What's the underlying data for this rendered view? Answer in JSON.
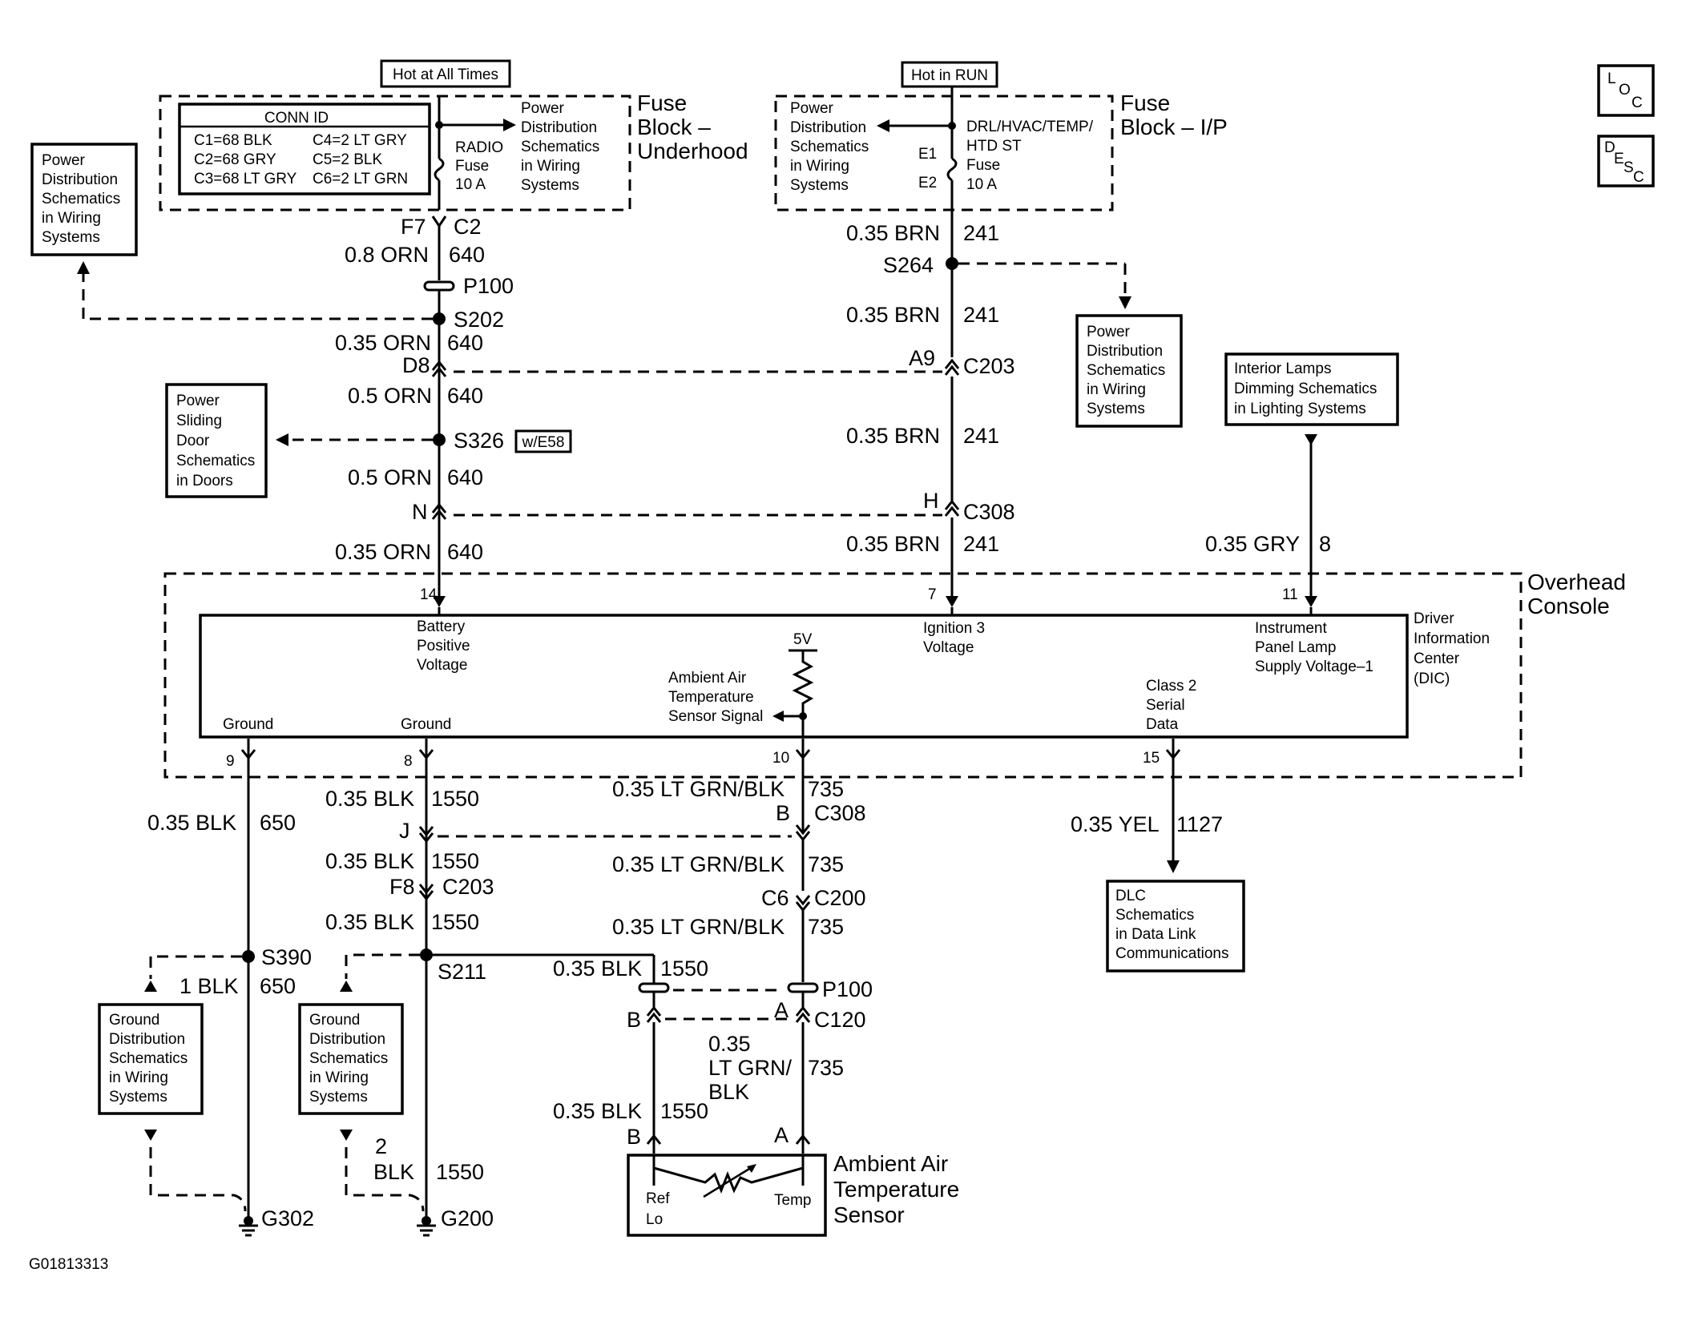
{
  "hot_at_all_times": "Hot at All Times",
  "hot_in_run": "Hot in RUN",
  "loc_icon": {
    "a": "L",
    "b": "O",
    "c": "C"
  },
  "desc_icon": {
    "a": "D",
    "b": "E",
    "c": "S",
    "d": "C"
  },
  "fuse_block_underhood": [
    "Fuse",
    "Block –",
    "Underhood"
  ],
  "fuse_block_ip": [
    "Fuse",
    "Block – I/P"
  ],
  "conn_id": {
    "title": "CONN ID",
    "rows": [
      [
        "C1=68 BLK",
        "C4=2 LT GRY"
      ],
      [
        "C2=68 GRY",
        "C5=2 BLK"
      ],
      [
        "C3=68 LT GRY",
        "C6=2 LT GRN"
      ]
    ]
  },
  "radio_fuse": [
    "RADIO",
    "Fuse",
    "10 A"
  ],
  "pd_underhood": [
    "Power",
    "Distribution",
    "Schematics",
    "in Wiring",
    "Systems"
  ],
  "pd_ip": [
    "Power",
    "Distribution",
    "Schematics",
    "in Wiring",
    "Systems"
  ],
  "drl_fuse": [
    "DRL/HVAC/TEMP/",
    "HTD ST",
    "Fuse",
    "10 A"
  ],
  "e1": "E1",
  "e2": "E2",
  "pd_left": [
    "Power",
    "Distribution",
    "Schematics",
    "in Wiring",
    "Systems"
  ],
  "pd_right": [
    "Power",
    "Distribution",
    "Schematics",
    "in Wiring",
    "Systems"
  ],
  "power_sliding_door": [
    "Power",
    "Sliding",
    "Door",
    "Schematics",
    "in Doors"
  ],
  "interior_lamps": [
    "Interior Lamps",
    "Dimming Schematics",
    "in Lighting Systems"
  ],
  "dlc_box": [
    "DLC",
    "Schematics",
    "in Data Link",
    "Communications"
  ],
  "ground_dist_1": [
    "Ground",
    "Distribution",
    "Schematics",
    "in Wiring",
    "Systems"
  ],
  "ground_dist_2": [
    "Ground",
    "Distribution",
    "Schematics",
    "in Wiring",
    "Systems"
  ],
  "overhead_console": [
    "Overhead",
    "Console"
  ],
  "dic": [
    "Driver",
    "Information",
    "Center",
    "(DIC)"
  ],
  "pins": {
    "p14": "14",
    "p7": "7",
    "p11": "11",
    "p9": "9",
    "p8": "8",
    "p10": "10",
    "p15": "15"
  },
  "module_labels": {
    "battery": [
      "Battery",
      "Positive",
      "Voltage"
    ],
    "ignition": [
      "Ignition 3",
      "Voltage"
    ],
    "instrument": [
      "Instrument",
      "Panel Lamp",
      "Supply Voltage–1"
    ],
    "ambient": [
      "Ambient Air",
      "Temperature",
      "Sensor Signal"
    ],
    "class2": [
      "Class 2",
      "Serial",
      "Data"
    ],
    "ground1": "Ground",
    "ground2": "Ground",
    "v5": "5V"
  },
  "labels": {
    "f7": "F7",
    "c2": "C2",
    "w08orn": "0.8 ORN",
    "c640a": "640",
    "p100a": "P100",
    "s202": "S202",
    "w035orn1": "0.35 ORN",
    "c640b": "640",
    "d8": "D8",
    "w05orn1": "0.5 ORN",
    "c640c": "640",
    "s326": "S326",
    "we58": "w/E58",
    "w05orn2": "0.5 ORN",
    "c640d": "640",
    "n": "N",
    "w035orn2": "0.35 ORN",
    "c640e": "640",
    "w035brn1": "0.35 BRN",
    "c241a": "241",
    "s264": "S264",
    "w035brn2": "0.35 BRN",
    "c241b": "241",
    "a9": "A9",
    "c203a": "C203",
    "w035brn3": "0.35 BRN",
    "c241c": "241",
    "h": "H",
    "c308a": "C308",
    "w035brn4": "0.35 BRN",
    "c241d": "241",
    "w035gry": "0.35 GRY",
    "c8": "8",
    "w035blk650": "0.35 BLK",
    "c650a": "650",
    "w035blk1": "0.35 BLK",
    "c1550a": "1550",
    "j": "J",
    "w035blk2": "0.35 BLK",
    "c1550b": "1550",
    "f8": "F8",
    "c203b": "C203",
    "w035blk3": "0.35 BLK",
    "c1550c": "1550",
    "s390": "S390",
    "w1blk": "1 BLK",
    "c650b": "650",
    "s211": "S211",
    "w035blk4": "0.35 BLK",
    "c1550d": "1550",
    "w035ltgrn1": "0.35 LT GRN/BLK",
    "c735a": "735",
    "b1": "B",
    "c308b": "C308",
    "w035ltgrn2": "0.35 LT GRN/BLK",
    "c735b": "735",
    "c6": "C6",
    "c200": "C200",
    "w035ltgrn3": "0.35 LT GRN/BLK",
    "c735c": "735",
    "p100b": "P100",
    "a1": "A",
    "c120": "C120",
    "b2": "B",
    "w035c": "0.35",
    "wltgrn": "LT GRN/",
    "wblk": "BLK",
    "c735d": "735",
    "w035blk5": "0.35 BLK",
    "c1550e": "1550",
    "b3": "B",
    "a2": "A",
    "w2": "2",
    "wblk2": "BLK",
    "c1550f": "1550",
    "g302": "G302",
    "g200": "G200",
    "w035yel": "0.35 YEL",
    "c1127": "1127"
  },
  "sensor": {
    "title": [
      "Ambient Air",
      "Temperature",
      "Sensor"
    ],
    "ref": "Ref",
    "lo": "Lo",
    "temp": "Temp"
  },
  "figure_id": "G01813313"
}
